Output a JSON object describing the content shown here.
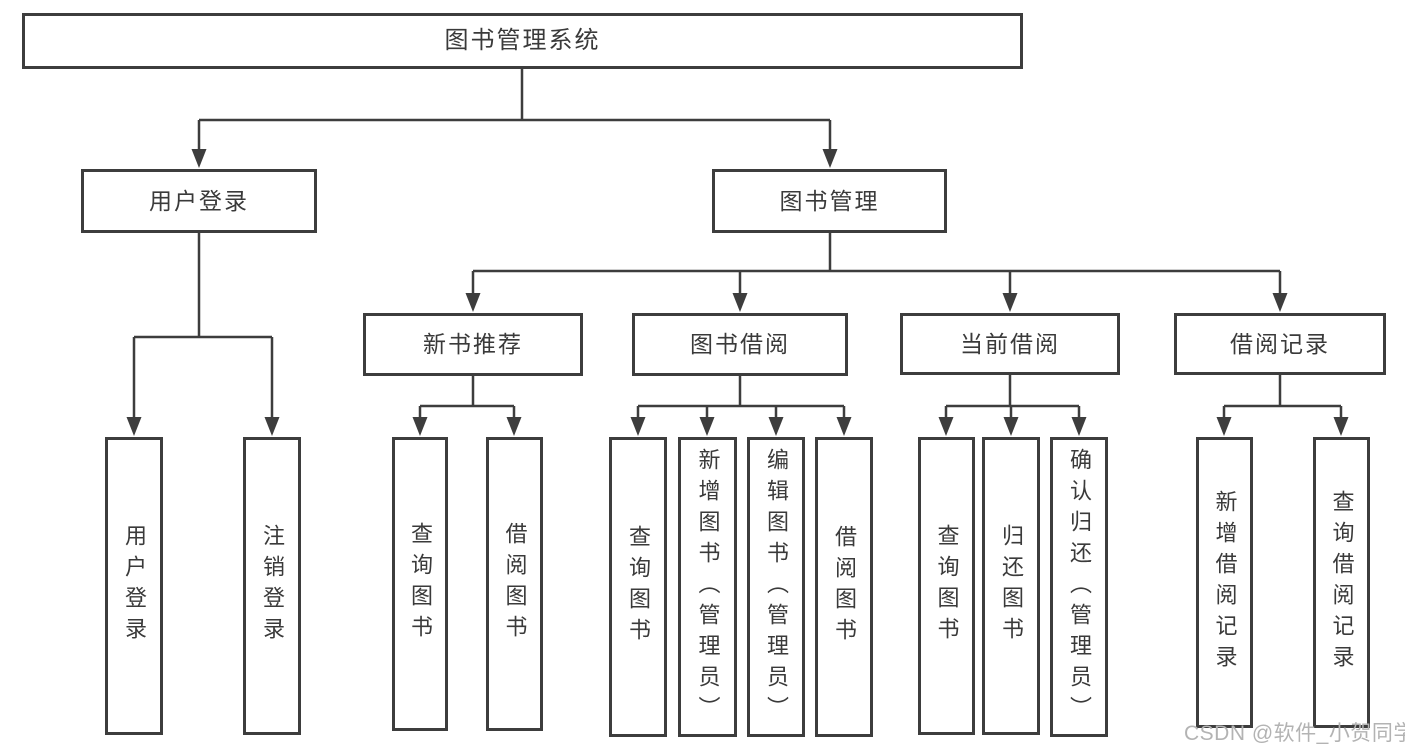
{
  "nodes": {
    "root": {
      "label": "图书管理系统"
    },
    "user_login": {
      "label": "用户登录",
      "children": {
        "login": {
          "label": "用户登录"
        },
        "logout": {
          "label": "注销登录"
        }
      }
    },
    "book_mgmt": {
      "label": "图书管理",
      "children": {
        "new_book": {
          "label": "新书推荐",
          "children": {
            "query": {
              "label": "查询图书"
            },
            "borrow": {
              "label": "借阅图书"
            }
          }
        },
        "borrowing": {
          "label": "图书借阅",
          "children": {
            "query": {
              "label": "查询图书"
            },
            "add": {
              "label": "新增图书（管理员）"
            },
            "edit": {
              "label": "编辑图书（管理员）"
            },
            "borrow": {
              "label": "借阅图书"
            }
          }
        },
        "current": {
          "label": "当前借阅",
          "children": {
            "query": {
              "label": "查询图书"
            },
            "return": {
              "label": "归还图书"
            },
            "confirm": {
              "label": "确认归还（管理员）"
            }
          }
        },
        "records": {
          "label": "借阅记录",
          "children": {
            "add": {
              "label": "新增借阅记录"
            },
            "query": {
              "label": "查询借阅记录"
            }
          }
        }
      }
    }
  },
  "watermark": {
    "text": "CSDN @软件_小贺同学"
  },
  "colors": {
    "line": "#3d3d3d",
    "text": "#3a3a3a",
    "watermark": "#b3b3b3"
  }
}
